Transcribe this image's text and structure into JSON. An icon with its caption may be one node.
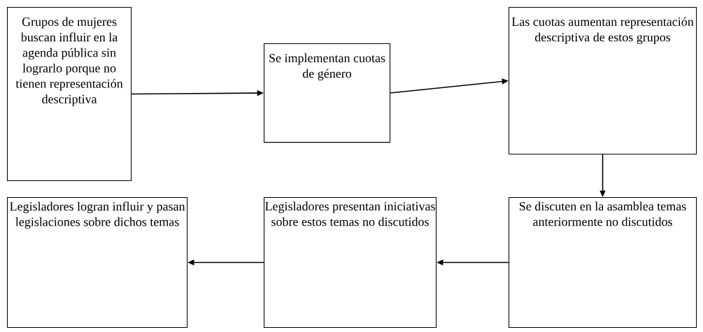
{
  "diagram": {
    "nodes": [
      {
        "text": [
          "Grupos de mujeres buscan influir en la agenda pública sin lograrlo porque no tienen representación descriptiva"
        ]
      },
      {
        "text": [
          "Se implementan cuotas de género"
        ]
      },
      {
        "text": [
          "Las cuotas aumentan representación descriptiva de estos grupos"
        ]
      },
      {
        "text": [
          "Legisladores logran influir y pasan legislaciones sobre dichos temas"
        ]
      },
      {
        "text": [
          "Legisladores presentan iniciativas sobre estos temas no discutidos"
        ]
      },
      {
        "text": [
          "Se discuten en la asamblea temas anteriormente no discutidos"
        ]
      }
    ],
    "edges": [
      {
        "from": 0,
        "to": 1,
        "arrow": "to"
      },
      {
        "from": 1,
        "to": 2,
        "arrow": "to"
      },
      {
        "from": 2,
        "to": 5,
        "arrow": "to"
      },
      {
        "from": 5,
        "to": 4,
        "arrow": "to"
      },
      {
        "from": 4,
        "to": 3,
        "arrow": "to"
      }
    ]
  }
}
